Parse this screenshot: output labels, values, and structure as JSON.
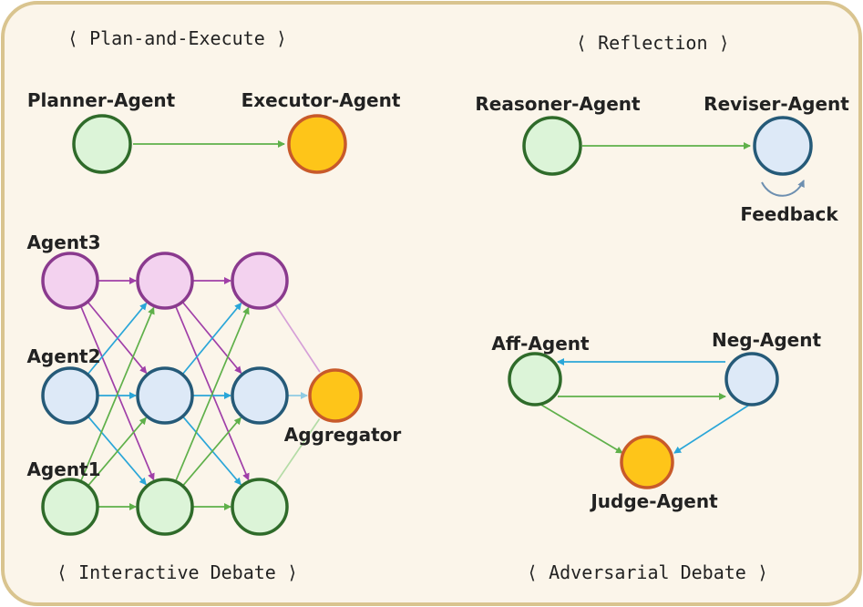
{
  "sections": {
    "plan_execute": "⟨ Plan-and-Execute ⟩",
    "reflection": "⟨ Reflection ⟩",
    "interactive_debate": "⟨ Interactive Debate ⟩",
    "adversarial_debate": "⟨ Adversarial Debate ⟩"
  },
  "labels": {
    "planner": "Planner-Agent",
    "executor": "Executor-Agent",
    "reasoner": "Reasoner-Agent",
    "reviser": "Reviser-Agent",
    "feedback": "Feedback",
    "agent3": "Agent3",
    "agent2": "Agent2",
    "agent1": "Agent1",
    "aggregator": "Aggregator",
    "aff": "Aff-Agent",
    "neg": "Neg-Agent",
    "judge": "Judge-Agent"
  },
  "colors": {
    "panel_bg": "#fbf5ea",
    "panel_border": "#d9c48f",
    "green_fill": "#dcf4d8",
    "green_stroke": "#2f6b2a",
    "orange_fill": "#fec519",
    "orange_stroke": "#c85a2a",
    "blue_fill": "#dde9f7",
    "blue_stroke": "#255a78",
    "purple_fill": "#f3d2ef",
    "purple_stroke": "#8a3a8e",
    "green_edge": "#5fb04a",
    "blue_edge": "#2aa6d8",
    "purple_edge": "#a03fa8"
  }
}
